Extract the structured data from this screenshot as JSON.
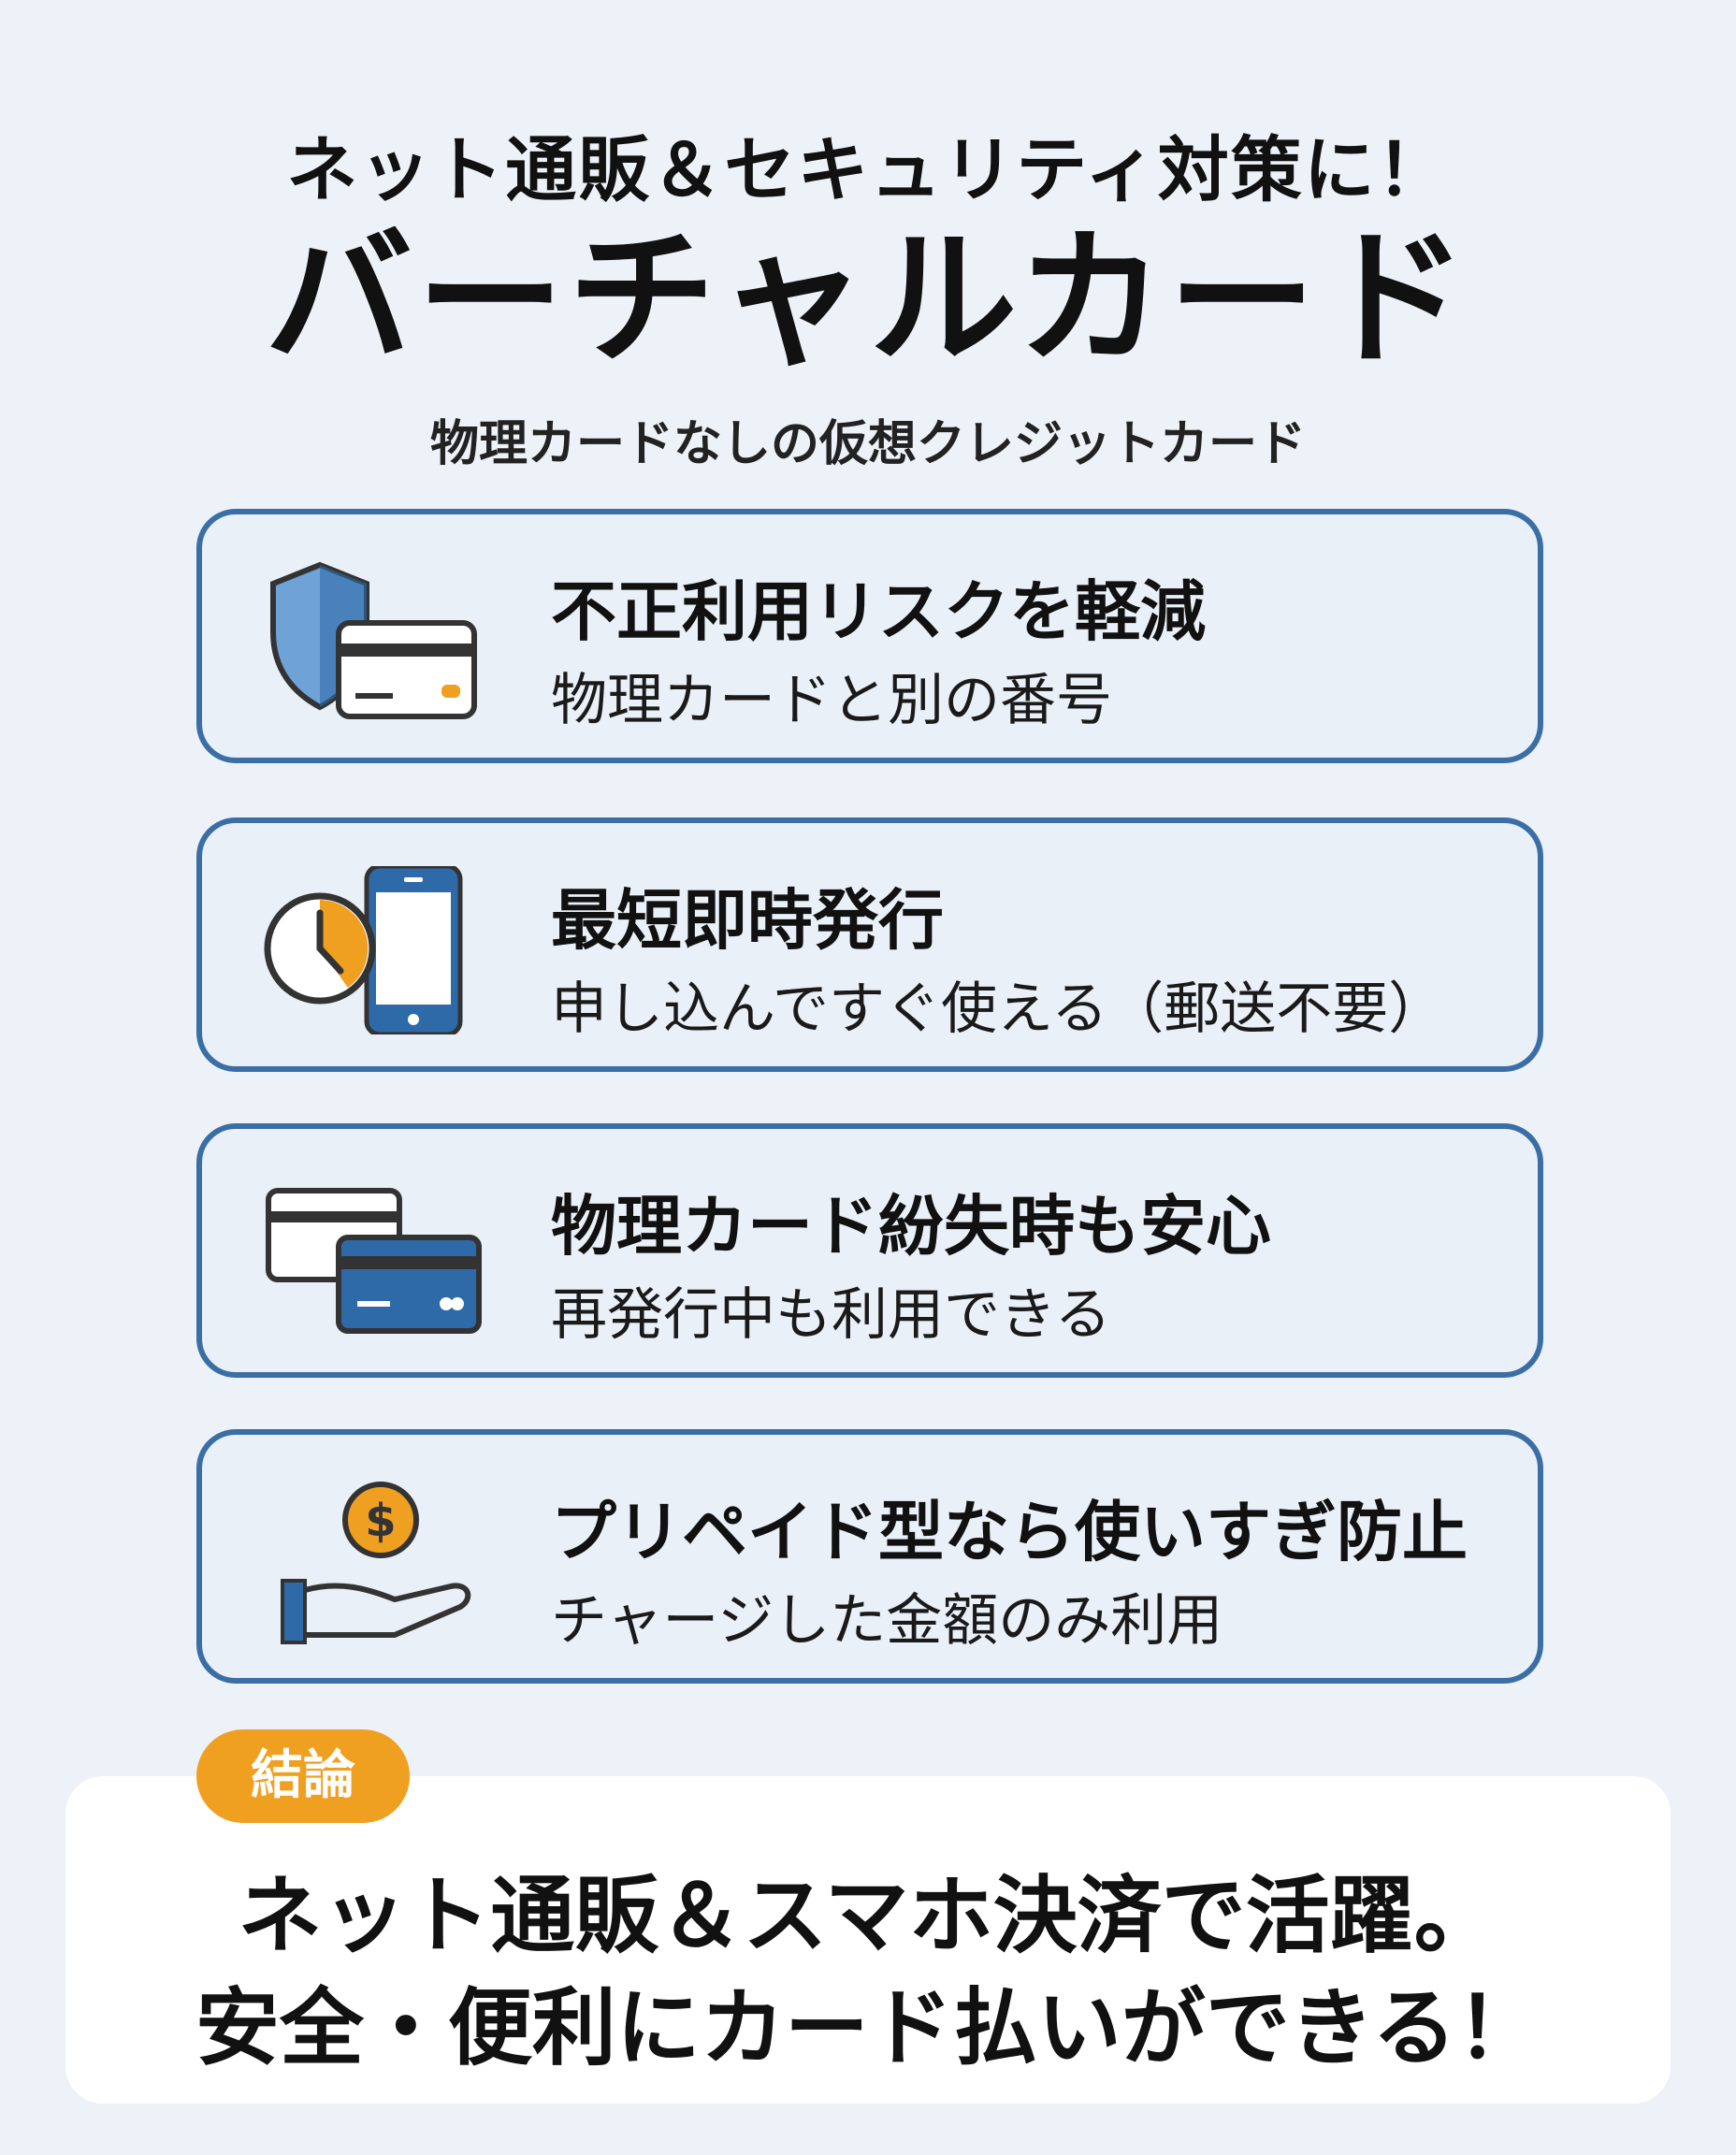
{
  "header": {
    "tagline": "ネット通販＆セキュリティ対策に！",
    "title": "バーチャルカード",
    "subtitle": "物理カードなしの仮想クレジットカード"
  },
  "features": [
    {
      "icon": "shield-card-icon",
      "title": "不正利用リスクを軽減",
      "desc": "物理カードと別の番号"
    },
    {
      "icon": "clock-phone-icon",
      "title": "最短即時発行",
      "desc": "申し込んですぐ使える（郵送不要）"
    },
    {
      "icon": "two-cards-icon",
      "title": "物理カード紛失時も安心",
      "desc": "再発行中も利用できる"
    },
    {
      "icon": "coin-hand-icon",
      "title": "プリペイド型なら使いすぎ防止",
      "desc": "チャージした金額のみ利用"
    }
  ],
  "conclusion": {
    "badge": "結論",
    "line1": "ネット通販＆スマホ決済で活躍。",
    "line2": "安全・便利にカード払いができる！"
  },
  "colors": {
    "accent_blue": "#3a6ea5",
    "accent_orange": "#f0a020",
    "background": "#edf2f9"
  }
}
